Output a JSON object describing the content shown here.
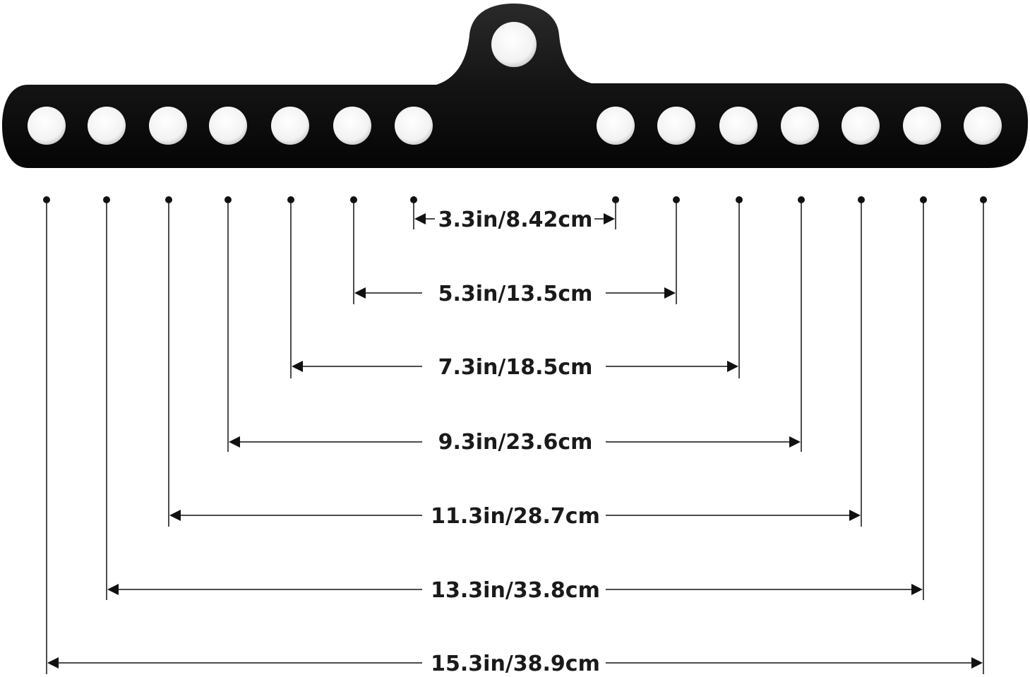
{
  "product": {
    "color": "#111111",
    "hole_color": "#ffffff",
    "hole_count": 14
  },
  "dimensions": [
    {
      "label": "3.3in/8.42cm"
    },
    {
      "label": "5.3in/13.5cm"
    },
    {
      "label": "7.3in/18.5cm"
    },
    {
      "label": "9.3in/23.6cm"
    },
    {
      "label": "11.3in/28.7cm"
    },
    {
      "label": "13.3in/33.8cm"
    },
    {
      "label": "15.3in/38.9cm"
    }
  ],
  "line_color": "#111111"
}
